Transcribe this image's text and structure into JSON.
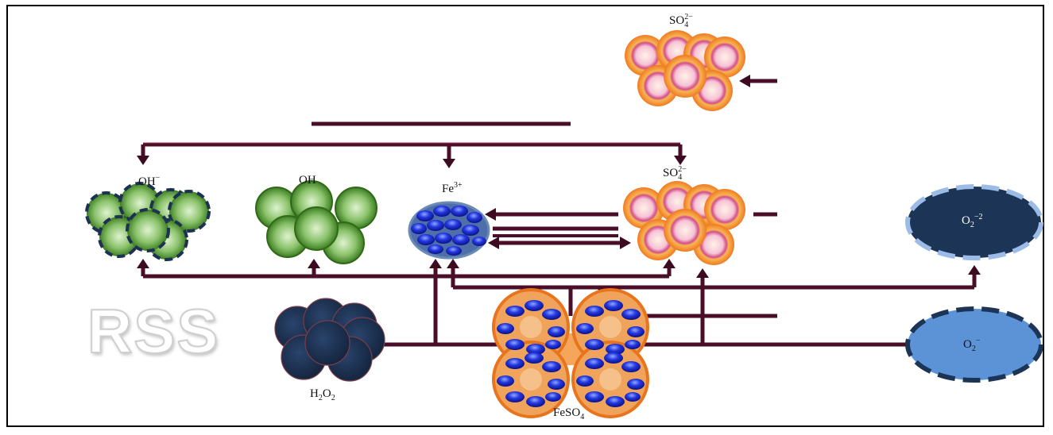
{
  "labels": {
    "watermark": "RSS",
    "oh_minus": {
      "base": "OH",
      "sup": "−"
    },
    "oh": {
      "base": "OH"
    },
    "fe3": {
      "base": "Fe",
      "sup": "3+"
    },
    "so4_mid": {
      "base": "SO",
      "sub": "4",
      "sup": "2−"
    },
    "so4_top": {
      "base": "SO",
      "sub": "4",
      "sup": "2−"
    },
    "h2o2": {
      "a": "H",
      "sub1": "2",
      "b": "O",
      "sub2": "2"
    },
    "feso4": {
      "base": "FeSO",
      "sub": "4"
    },
    "o2_2": {
      "base": "O",
      "sub": "2",
      "sup": "−2"
    },
    "o2_1": {
      "base": "O",
      "sub": "2",
      "sup": "−"
    }
  },
  "colors": {
    "arrow": "#4a0e28",
    "arrow_highlight": "#e68a2e",
    "green_light": "#c9ecb0",
    "green_dark": "#3b7a1f",
    "navy": "#1d3152",
    "orange_ring": "#f07a22",
    "pink_core": "#f9c3d3",
    "blue_ball": "#1a2bd6",
    "o2_dark": "#1c3456",
    "o2_light": "#5b93d6"
  }
}
